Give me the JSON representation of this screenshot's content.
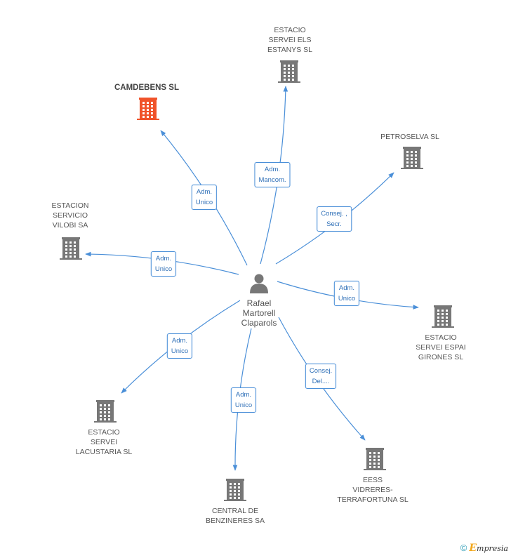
{
  "center": {
    "name": "Rafael\nMartorell\nClaparols"
  },
  "colors": {
    "edge": "#4a8fd8",
    "building": "#777777",
    "highlight": "#f0532a",
    "person": "#777777"
  },
  "nodes": [
    {
      "id": "camdebens",
      "label": "CAMDEBENS SL",
      "highlight": true
    },
    {
      "id": "els-estanys",
      "label": "ESTACIO\nSERVEI ELS\nESTANYS SL"
    },
    {
      "id": "petroselva",
      "label": "PETROSELVA SL"
    },
    {
      "id": "vilobi",
      "label": "ESTACION\nSERVICIO\nVILOBI SA"
    },
    {
      "id": "espai-girones",
      "label": "ESTACIO\nSERVEI ESPAI\nGIRONES SL"
    },
    {
      "id": "lacustaria",
      "label": "ESTACIO\nSERVEI\nLACUSTARIA SL"
    },
    {
      "id": "benzineres",
      "label": "CENTRAL DE\nBENZINERES SA"
    },
    {
      "id": "terrafortuna",
      "label": "EESS\nVIDRERES-\nTERRAFORTUNA SL"
    }
  ],
  "edges": [
    {
      "to": "camdebens",
      "label": "Adm.\nUnico"
    },
    {
      "to": "els-estanys",
      "label": "Adm.\nMancom."
    },
    {
      "to": "petroselva",
      "label": "Consej. ,\nSecr."
    },
    {
      "to": "vilobi",
      "label": "Adm.\nUnico"
    },
    {
      "to": "espai-girones",
      "label": "Adm.\nUnico"
    },
    {
      "to": "lacustaria",
      "label": "Adm.\nUnico"
    },
    {
      "to": "benzineres",
      "label": "Adm.\nUnico"
    },
    {
      "to": "terrafortuna",
      "label": "Consej.\nDel...."
    }
  ],
  "footer": {
    "copyright": "©",
    "brand_initial": "E",
    "brand_rest": "mpresia"
  }
}
